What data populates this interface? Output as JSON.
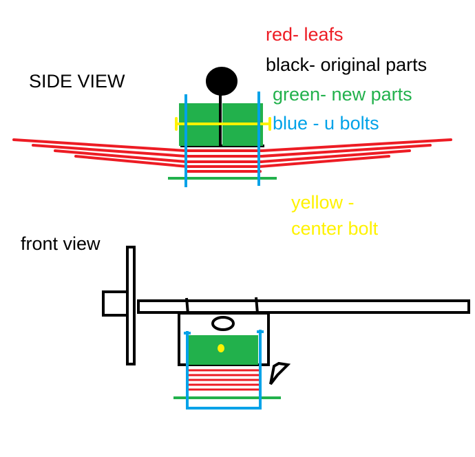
{
  "labels": {
    "side_view": "SIDE VIEW",
    "front_view": "front view"
  },
  "legend": {
    "red": "red- leafs",
    "black": "black- original parts",
    "green": "green- new parts",
    "blue": "blue - u bolts",
    "yellow_line1": "yellow -",
    "yellow_line2": "center bolt"
  },
  "colors": {
    "red": "#ed1c24",
    "black": "#000000",
    "green": "#22b14c",
    "blue": "#00a2e8",
    "yellow": "#fff200"
  }
}
